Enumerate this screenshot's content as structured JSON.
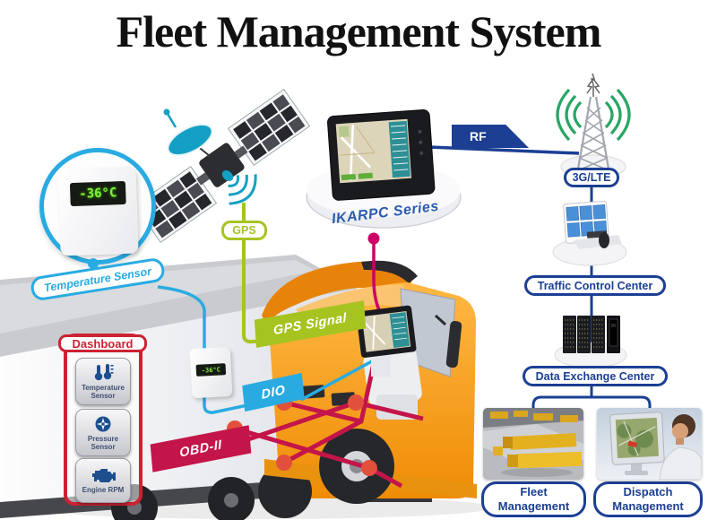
{
  "title": "Fleet Management System",
  "devices": {
    "temperature_sensor_reading": "-36°C",
    "trailer_sensor_reading": "-36°C"
  },
  "labels": {
    "temperature_sensor": "Temperature Sensor",
    "gps": "GPS",
    "gps_signal": "GPS Signal",
    "dio": "DIO",
    "obd2": "OBD-II",
    "rf": "RF",
    "ikarpc_series": "IKARPC Series",
    "network": "3G/LTE",
    "traffic_control_center": "Traffic Control Center",
    "data_exchange_center": "Data Exchange Center",
    "fleet_management": "Fleet Management",
    "dispatch_management": "Dispatch Management"
  },
  "dashboard": {
    "title": "Dashboard",
    "buttons": [
      {
        "icon": "thermometer-icon",
        "label": "Temperature Sensor"
      },
      {
        "icon": "pressure-gauge-icon",
        "label": "Pressure Sensor"
      },
      {
        "icon": "engine-icon",
        "label": "Engine RPM"
      }
    ]
  },
  "colors": {
    "cyan": "#29abe2",
    "lime": "#a6c420",
    "crimson": "#c4154a",
    "magenta": "#cc0066",
    "navy": "#1c3f94",
    "dashboard_red": "#cc2233",
    "truck_orange": "#f7941e",
    "signal_green": "#2aa564",
    "satellite_teal": "#14a0c4"
  }
}
